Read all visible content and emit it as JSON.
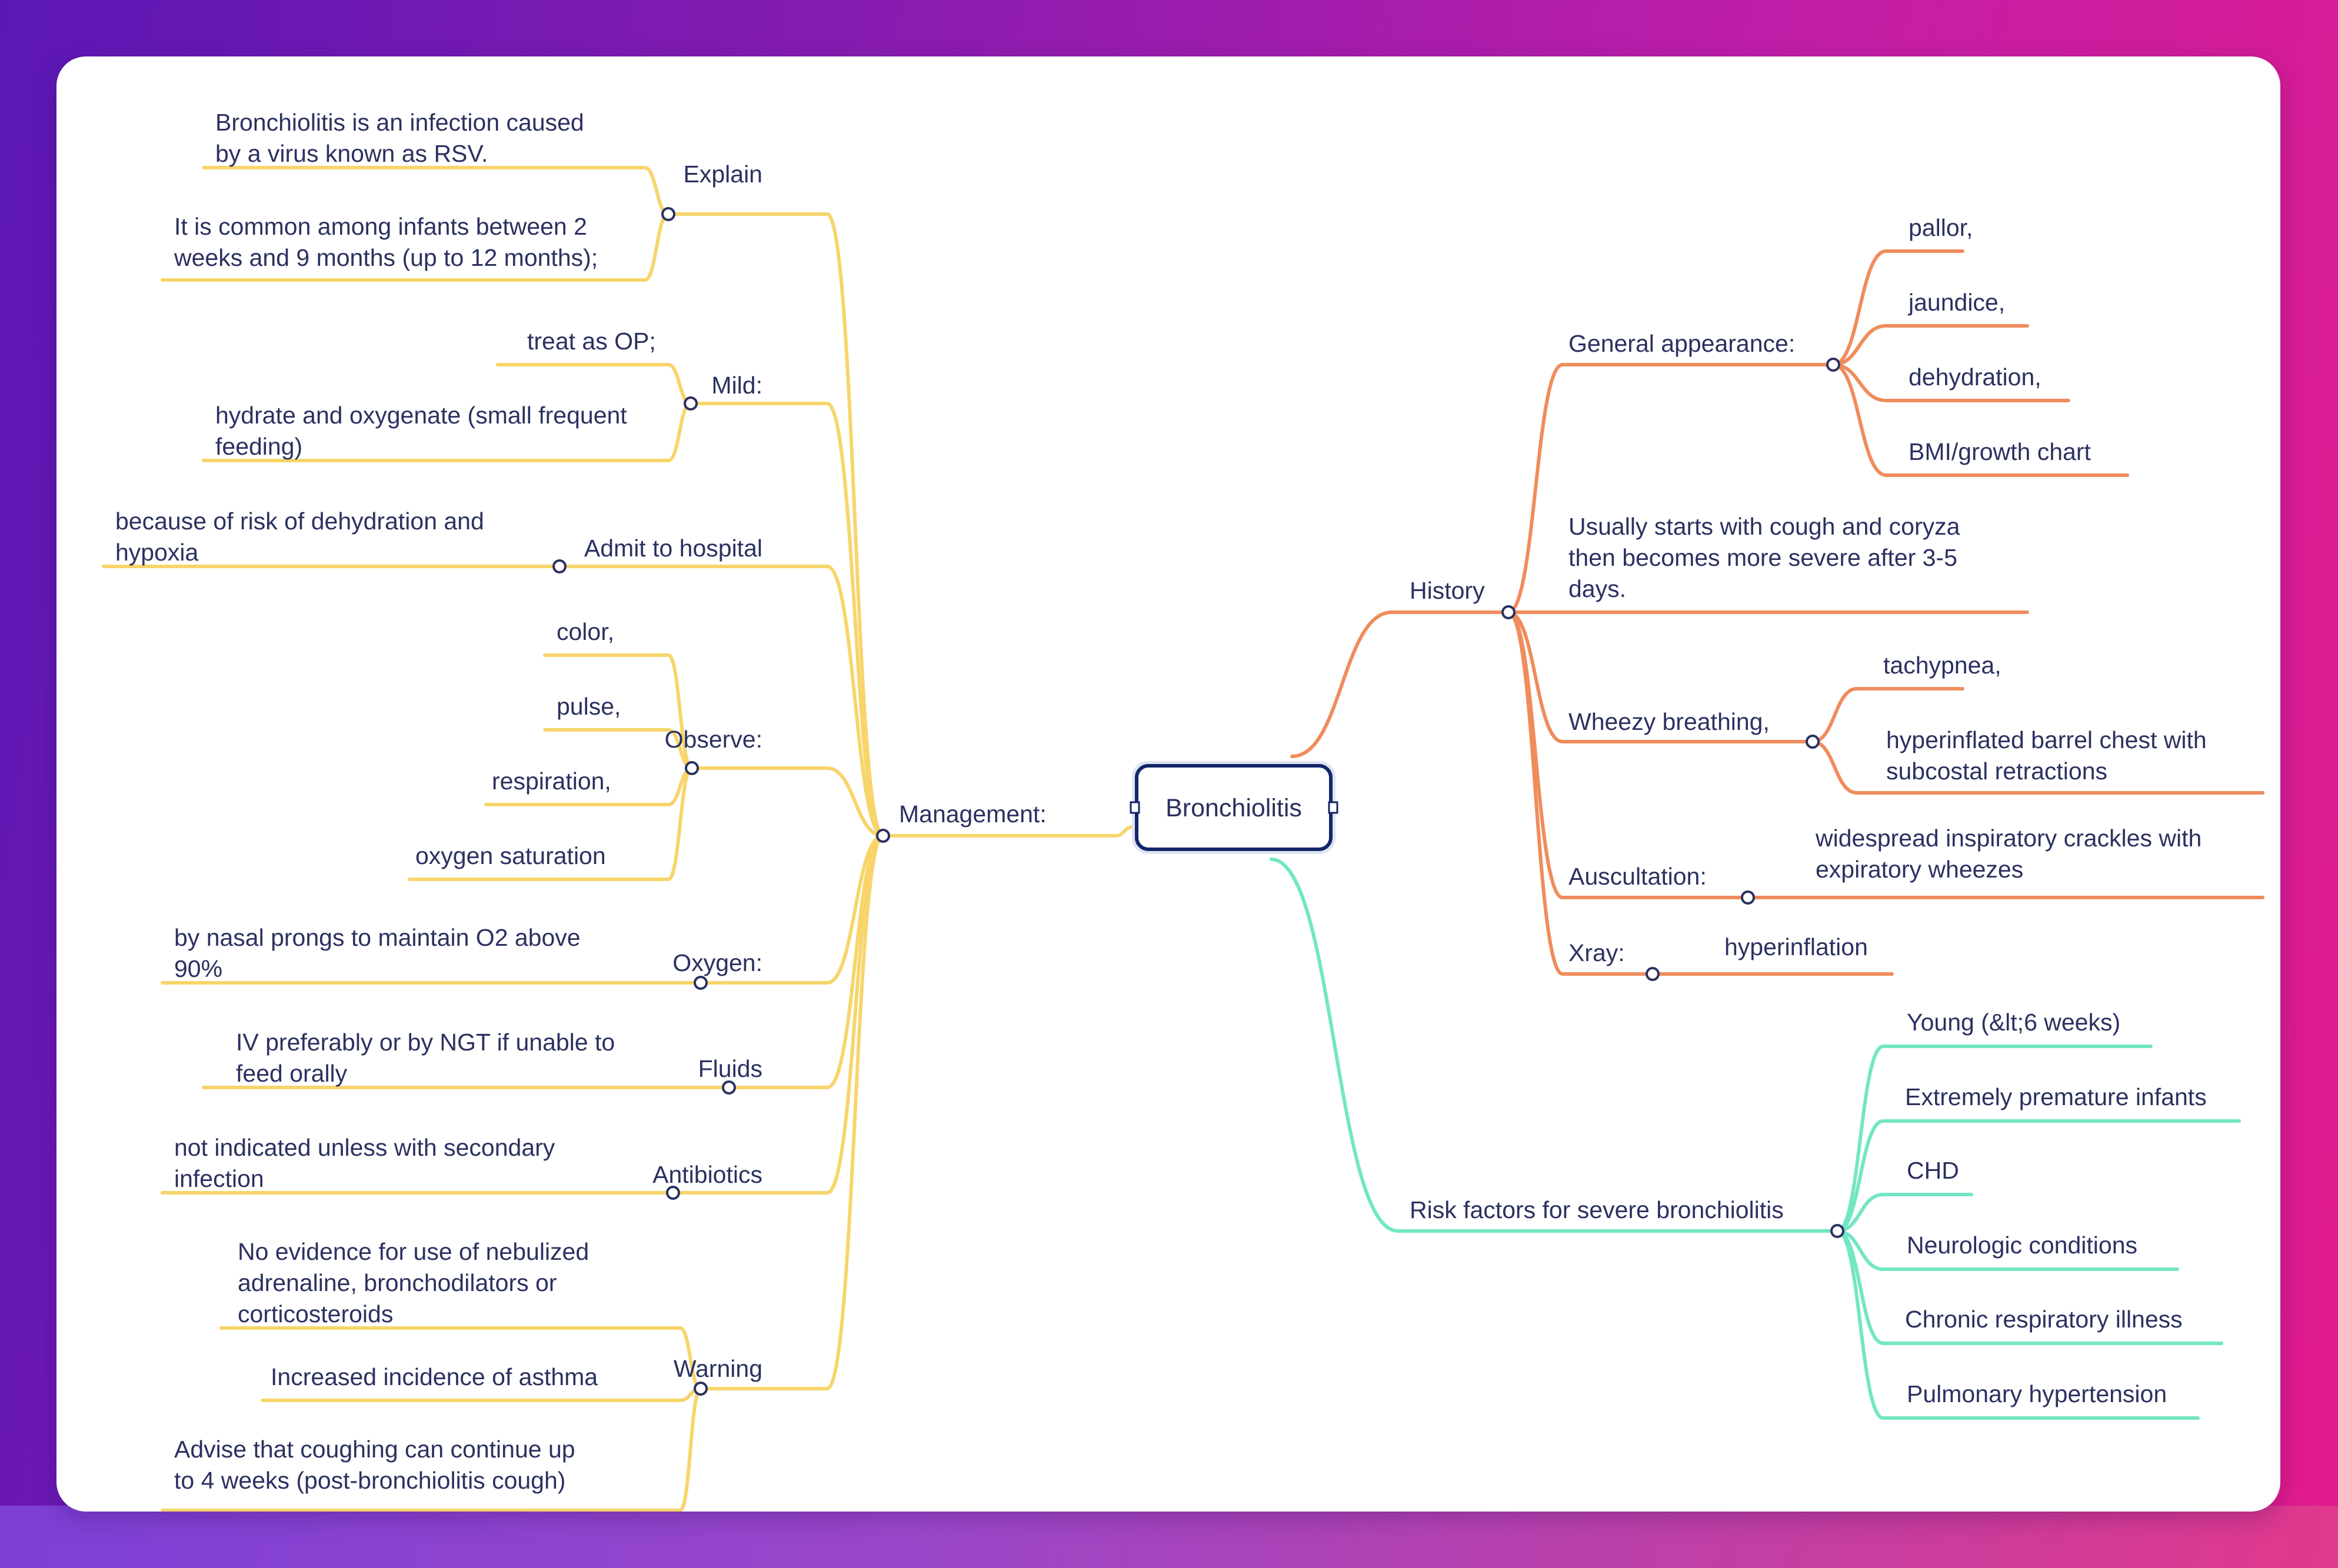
{
  "colors": {
    "management": "#f7d56b",
    "history": "#f08c5c",
    "risk": "#73e6c4",
    "root_border": "#13256a",
    "text": "#2b3160"
  },
  "root": {
    "label": "Bronchiolitis"
  },
  "management": {
    "label": "Management:",
    "groups": [
      {
        "label": "Explain",
        "children": [
          "Bronchiolitis is an infection caused\nby a virus known as RSV.",
          "It is common among infants between 2\nweeks and 9 months (up to 12 months);"
        ]
      },
      {
        "label": "Mild:",
        "children": [
          "treat as OP;",
          "hydrate and oxygenate (small frequent\nfeeding)"
        ]
      },
      {
        "label": "Admit to hospital",
        "children": [
          "because of risk of dehydration and\nhypoxia"
        ]
      },
      {
        "label": "Observe:",
        "children": [
          "color,",
          "pulse,",
          "respiration,",
          "oxygen saturation"
        ]
      },
      {
        "label": "Oxygen:",
        "children": [
          "by nasal prongs to maintain O2 above\n90%"
        ]
      },
      {
        "label": "Fluids",
        "children": [
          "IV preferably or by NGT if unable to\nfeed orally"
        ]
      },
      {
        "label": "Antibiotics",
        "children": [
          "not indicated unless with secondary\ninfection"
        ]
      },
      {
        "label": "Warning",
        "children": [
          "No evidence for use of nebulized\nadrenaline, bronchodilators or\ncorticosteroids",
          "Increased incidence of asthma",
          "Advise that coughing can continue up\nto 4 weeks (post-bronchiolitis cough)"
        ]
      }
    ]
  },
  "history": {
    "label": "History",
    "groups": [
      {
        "label": "General appearance:",
        "children": [
          "pallor,",
          "jaundice,",
          "dehydration,",
          "BMI/growth chart"
        ]
      },
      {
        "label": "Usually starts with cough and coryza\nthen becomes more severe after 3-5\ndays.",
        "children": []
      },
      {
        "label": "Wheezy breathing,",
        "children": [
          "tachypnea,",
          "hyperinflated barrel chest with\nsubcostal retractions"
        ]
      },
      {
        "label": "Auscultation:",
        "children": [
          "widespread inspiratory crackles with\nexpiratory wheezes"
        ]
      },
      {
        "label": "Xray:",
        "children": [
          "hyperinflation"
        ]
      }
    ]
  },
  "risk": {
    "label": "Risk factors for severe bronchiolitis",
    "children": [
      "Young (&lt;6 weeks)",
      "Extremely premature infants",
      "CHD",
      "Neurologic conditions",
      "Chronic respiratory illness",
      "Pulmonary hypertension"
    ]
  }
}
